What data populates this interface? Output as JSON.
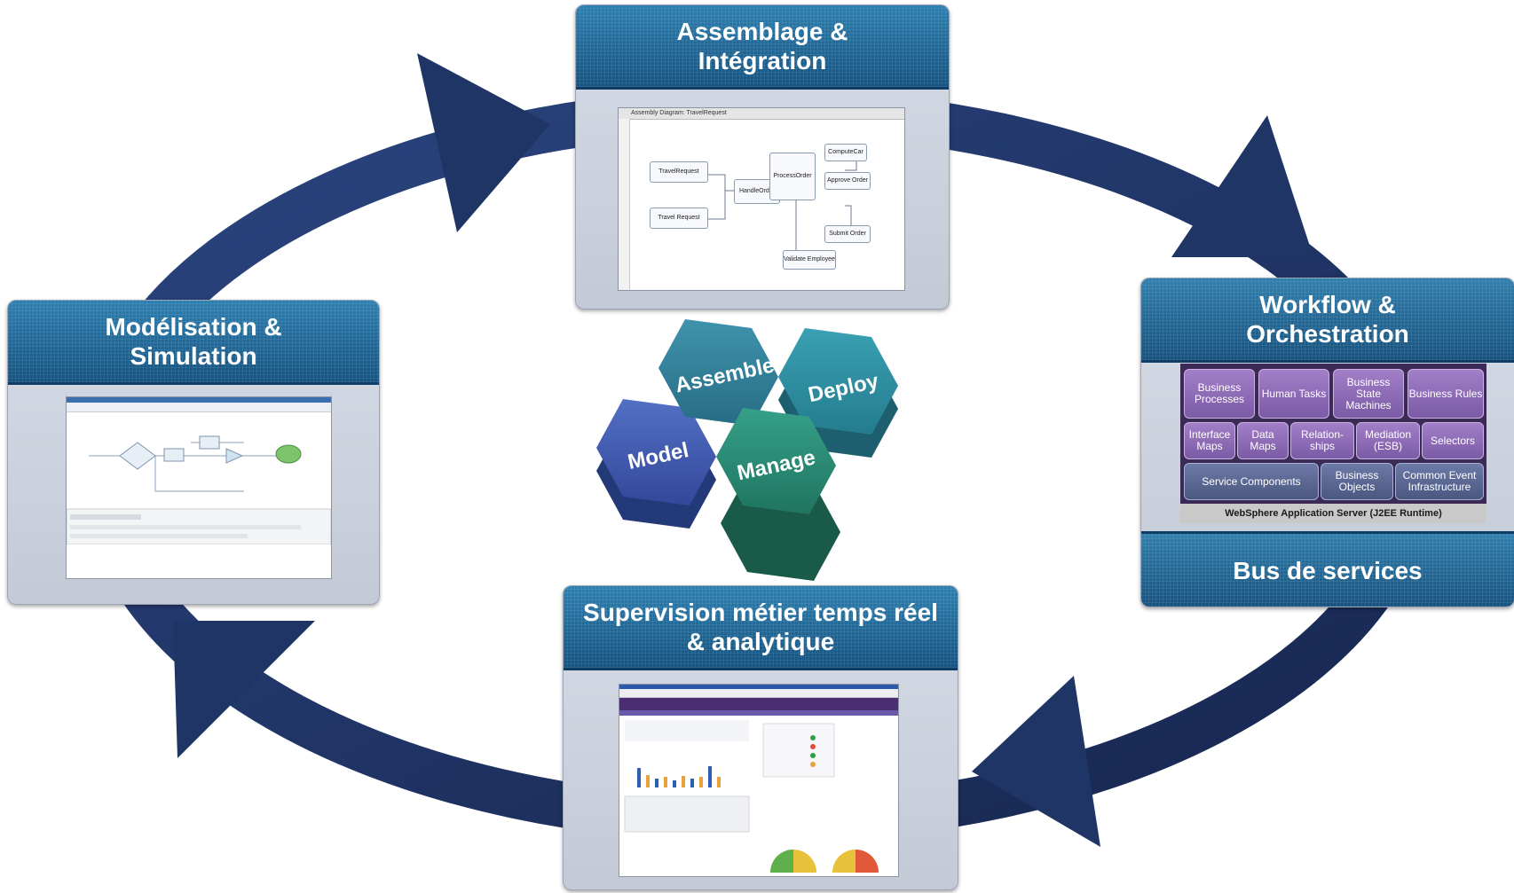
{
  "stages": {
    "assemblage": "Assemblage & Intégration",
    "workflow": "Workflow & Orchestration",
    "bus": "Bus de services",
    "modelisation": "Modélisation & Simulation",
    "supervision": "Supervision métier temps réel & analytique"
  },
  "hexagons": {
    "model": "Model",
    "assemble": "Assemble",
    "deploy": "Deploy",
    "manage": "Manage"
  },
  "assembly_diagram": {
    "tab": "Assembly Diagram: TravelRequest",
    "nodes": [
      "TravelRequest",
      "Travel Request",
      "HandleOrder",
      "ProcessOrder",
      "ComputeCar",
      "Approve Order",
      "Submit Order",
      "Validate Employee"
    ]
  },
  "workflow_stack": {
    "row1": [
      "Business Processes",
      "Human Tasks",
      "Business State Machines",
      "Business Rules"
    ],
    "row2": [
      "Interface Maps",
      "Data Maps",
      "Relation-ships",
      "Mediation (ESB)",
      "Selectors"
    ],
    "row3": [
      "Service Components",
      "Business Objects",
      "Common Event Infrastructure"
    ],
    "runtime": "WebSphere Application Server (J2EE Runtime)"
  },
  "colors": {
    "arrow": "#1f3566",
    "banner": "#1c5d8c",
    "model_hex": "#3f56a8",
    "assemble_hex": "#2f7c93",
    "deploy_hex": "#2a8598",
    "manage_hex": "#26806a"
  }
}
